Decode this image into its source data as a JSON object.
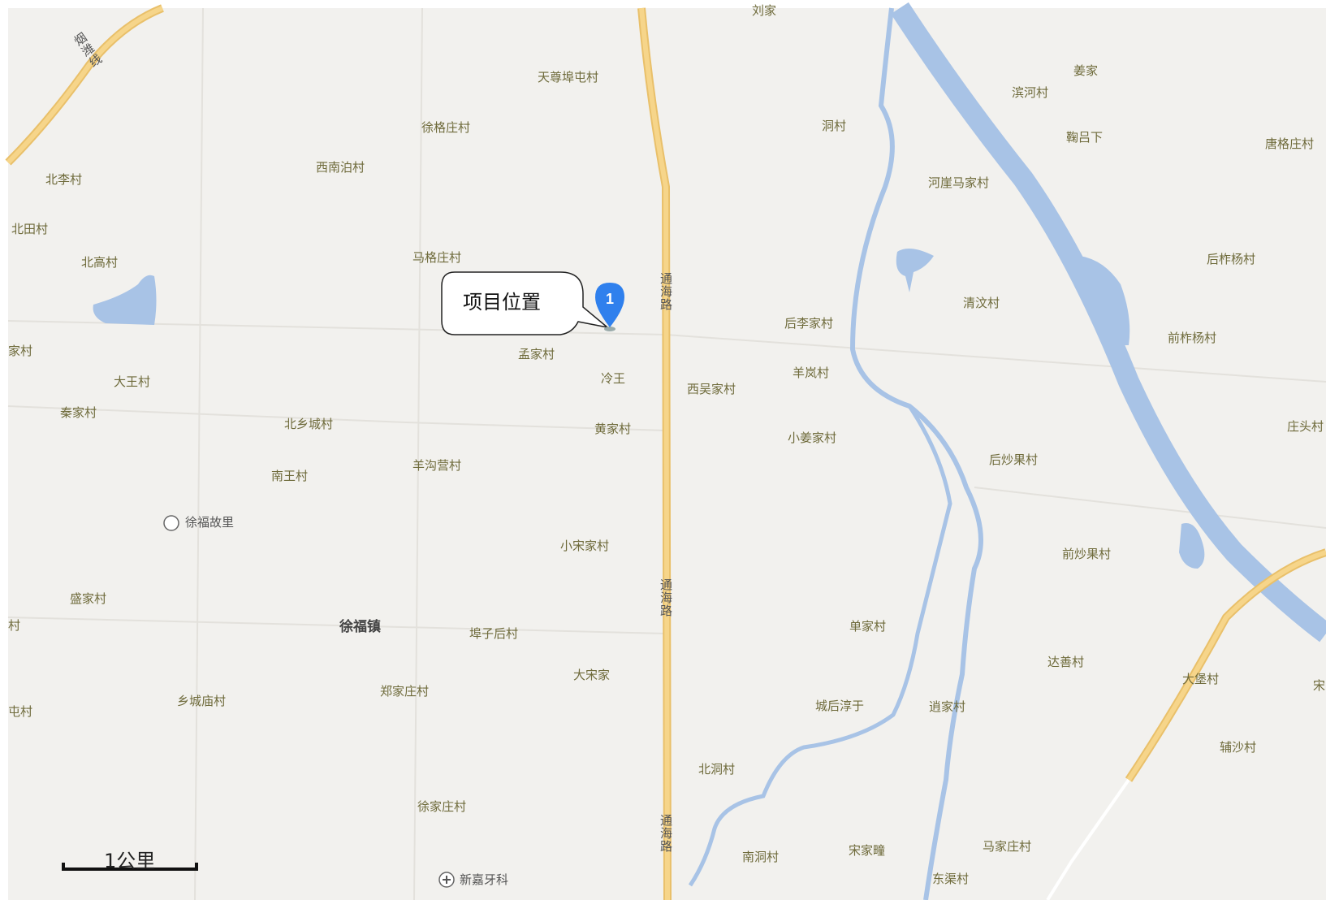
{
  "map": {
    "colors": {
      "land": "#f2f1ee",
      "water": "#a8c3e6",
      "highway": "#f6d58a",
      "highway_edge": "#e9c06a"
    },
    "callout": {
      "text": "项目位置",
      "marker_number": "1",
      "marker_color": "#2f80ed"
    },
    "scale": {
      "label": "1公里"
    },
    "roads": [
      {
        "id": "tonghai-1",
        "name": "通海路"
      },
      {
        "id": "tonghai-2",
        "name": "通海路"
      },
      {
        "id": "tonghai-3",
        "name": "通海路"
      },
      {
        "id": "yanwei",
        "name": "烟潍线"
      }
    ],
    "town": "徐福镇",
    "pois": [
      {
        "id": "xufu-guli",
        "name": "徐福故里",
        "icon": "scenic-icon"
      },
      {
        "id": "xinjia-yake",
        "name": "新嘉牙科",
        "icon": "clinic-icon"
      }
    ],
    "labels": [
      {
        "id": "liujia",
        "name": "刘家"
      },
      {
        "id": "tianfu",
        "name": "天尊埠屯村"
      },
      {
        "id": "xugezhuang",
        "name": "徐格庄村"
      },
      {
        "id": "xinanbo",
        "name": "西南泊村"
      },
      {
        "id": "beili",
        "name": "北李村"
      },
      {
        "id": "beitian",
        "name": "北田村"
      },
      {
        "id": "beigao",
        "name": "北高村"
      },
      {
        "id": "magezhuang",
        "name": "马格庄村"
      },
      {
        "id": "jiacun-partial",
        "name": "家村"
      },
      {
        "id": "mengjia",
        "name": "孟家村"
      },
      {
        "id": "lengwang",
        "name": "冷王"
      },
      {
        "id": "dawang",
        "name": "大王村"
      },
      {
        "id": "qinjia",
        "name": "秦家村"
      },
      {
        "id": "beixiangcheng",
        "name": "北乡城村"
      },
      {
        "id": "huangjia",
        "name": "黄家村"
      },
      {
        "id": "yanggoying",
        "name": "羊沟营村"
      },
      {
        "id": "nanwang",
        "name": "南王村"
      },
      {
        "id": "xiaosongjia",
        "name": "小宋家村"
      },
      {
        "id": "shengjia",
        "name": "盛家村"
      },
      {
        "id": "cun-partial",
        "name": "村"
      },
      {
        "id": "buzihou",
        "name": "埠子后村"
      },
      {
        "id": "dasongjia",
        "name": "大宋家"
      },
      {
        "id": "zhengjiazhuang",
        "name": "郑家庄村"
      },
      {
        "id": "xiangchengmiao",
        "name": "乡城庙村"
      },
      {
        "id": "tuncun-partial",
        "name": "屯村"
      },
      {
        "id": "xujiazhuang",
        "name": "徐家庄村"
      },
      {
        "id": "dongcun",
        "name": "洞村"
      },
      {
        "id": "binhe",
        "name": "滨河村"
      },
      {
        "id": "jiangjia",
        "name": "姜家"
      },
      {
        "id": "julvxia",
        "name": "鞠吕下"
      },
      {
        "id": "tanggezhuang",
        "name": "唐格庄村"
      },
      {
        "id": "heyamajia",
        "name": "河崖马家村"
      },
      {
        "id": "houzhayang",
        "name": "后柞杨村"
      },
      {
        "id": "qingwen",
        "name": "清汶村"
      },
      {
        "id": "houlijia",
        "name": "后李家村"
      },
      {
        "id": "qianzhayang",
        "name": "前柞杨村"
      },
      {
        "id": "yanglan",
        "name": "羊岚村"
      },
      {
        "id": "xiwujia",
        "name": "西吴家村"
      },
      {
        "id": "zhuangtou",
        "name": "庄头村"
      },
      {
        "id": "xiaojiangjia",
        "name": "小姜家村"
      },
      {
        "id": "houshaoguo",
        "name": "后炒果村"
      },
      {
        "id": "qianshaoguo",
        "name": "前炒果村"
      },
      {
        "id": "shanjia",
        "name": "单家村"
      },
      {
        "id": "dashan",
        "name": "达善村"
      },
      {
        "id": "dapu",
        "name": "大堡村"
      },
      {
        "id": "song-partial",
        "name": "宋"
      },
      {
        "id": "chenghouchunyu",
        "name": "城后淳于"
      },
      {
        "id": "xiaojia",
        "name": "逍家村"
      },
      {
        "id": "chensha",
        "name": "辅沙村"
      },
      {
        "id": "beidong",
        "name": "北洞村"
      },
      {
        "id": "nandong",
        "name": "南洞村"
      },
      {
        "id": "songjiatuan",
        "name": "宋家疃"
      },
      {
        "id": "majiazhuang",
        "name": "马家庄村"
      },
      {
        "id": "dongqu",
        "name": "东渠村"
      }
    ]
  }
}
